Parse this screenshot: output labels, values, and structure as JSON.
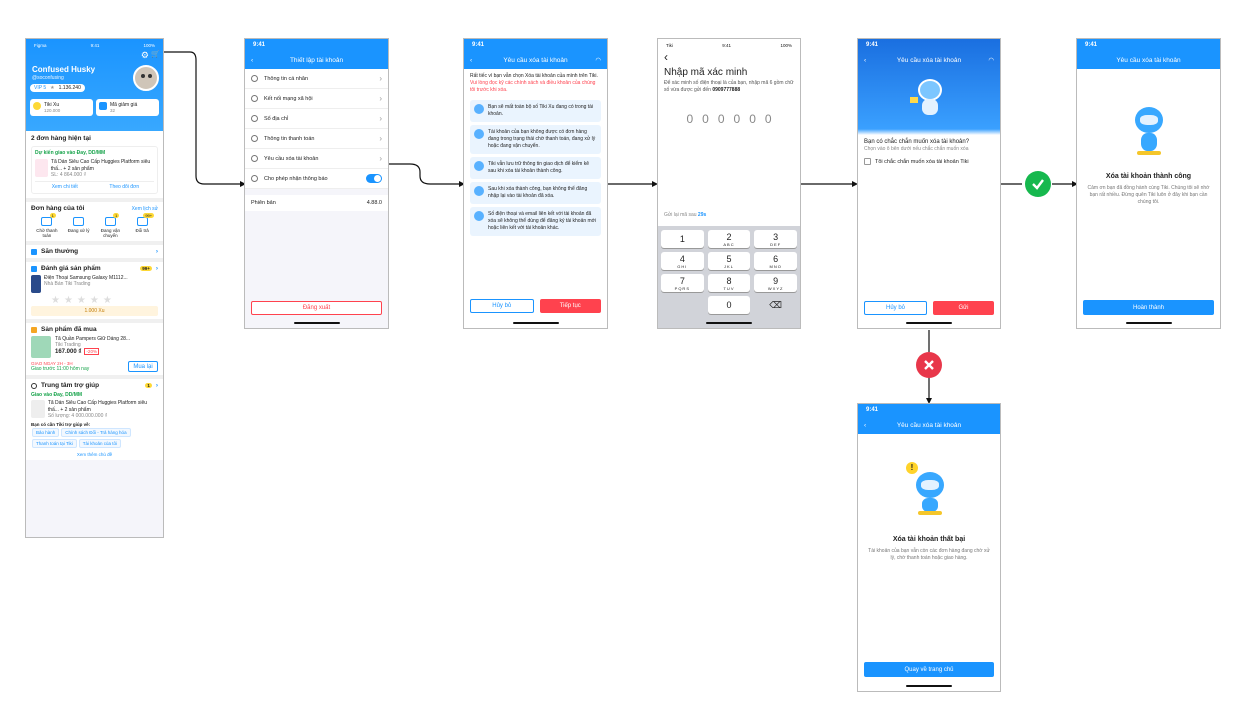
{
  "colors": {
    "primary": "#1a94ff",
    "danger": "#ff424e",
    "success": "#16b84e"
  },
  "status": {
    "time": "9:41",
    "carrier_figma": "Figma",
    "carrier_tiki": "Tiki",
    "battery": "100%"
  },
  "s1": {
    "name": "Confused Husky",
    "handle": "@soconfusing",
    "vip": "VIP 5",
    "points": "1.136.240",
    "stats": [
      {
        "label": "Tiki Xu",
        "value": "120.000"
      },
      {
        "label": "Mã giảm giá",
        "value": "32"
      }
    ],
    "orders_title": "2 đơn hàng hiện tại",
    "order_eta": "Dự kiến giao vào Ðay, DD/MM",
    "order_product": "Tã Dán Siêu Cao Cấp Huggies Platform siêu thấ... + 2 sản phẩm",
    "order_meta": "SL: 4  864.000 ₫",
    "order_btn_detail": "Xem chi tiết",
    "order_btn_track": "Theo dõi đơn",
    "myorders_title": "Đơn hàng của tôi",
    "myorders_history": "Xem lịch sử",
    "myorders": [
      {
        "label": "Chờ thanh toán",
        "badge": "1"
      },
      {
        "label": "Đang xử lý",
        "badge": ""
      },
      {
        "label": "Đang vận chuyển",
        "badge": "1"
      },
      {
        "label": "Đổi trả",
        "badge": "99+"
      }
    ],
    "rewards": "Săn thưởng",
    "review_title": "Đánh giá sản phẩm",
    "review_badge": "99+",
    "review_product": "Điện Thoại Samsung Galaxy M1112...",
    "review_seller": "Nhà Bán Tiki Trading",
    "review_xu": "1.000 Xu",
    "bought_title": "Sản phẩm đã mua",
    "bought_product": "Tã Quần Pampers Giữ Dáng 28...",
    "bought_seller": "Tiki Trading",
    "bought_price": "167.000 ₫",
    "bought_discount": "-20%",
    "bought_ship": "GIAO NGAY 2H - 3H",
    "bought_ship_sub": "Giao trước 11:00 hôm nay",
    "bought_btn": "Mua lại",
    "help_title": "Trung tâm trợ giúp",
    "help_badge": "1",
    "help_eta": "Giao vào Ðay, DD/MM",
    "help_product": "Tã Dán Siêu Cao Cấp Huggies Platform siêu thấ... + 2 sản phẩm",
    "help_meta": "Số lượng: 4   000.000.000 ₫",
    "help_q": "Bạn có cần Tiki trợ giúp về:",
    "help_tags": [
      "Bảo hành",
      "Chính sách Đổi - Trả hàng hóa",
      "Thanh toán tại Tiki",
      "Tài khoản của tôi"
    ],
    "help_more": "Xem thêm chủ đề"
  },
  "s2": {
    "title": "Thiết lập tài khoản",
    "items": [
      "Thông tin cá nhân",
      "Kết nối mạng xã hội",
      "Sổ địa chỉ",
      "Thông tin thanh toán",
      "Yêu cầu xóa tài khoản",
      "Cho phép nhận thông báo"
    ],
    "version_label": "Phiên bản",
    "version": "4.88.0",
    "logout": "Đăng xuất"
  },
  "s3": {
    "title": "Yêu cầu xóa tài khoản",
    "intro": "Rất tiếc vì bạn vẫn chọn Xóa tài khoản của mình trên Tiki.",
    "intro_red": "Vui lòng đọc kỹ các chính sách và điều khoản của chúng tôi trước khi xóa.",
    "cards": [
      "Bạn sẽ mất toàn bộ số Tiki Xu đang có trong tài khoản.",
      "Tài khoản của bạn không được có đơn hàng đang trong trạng thái chờ thanh toán, đang xử lý hoặc đang vận chuyển.",
      "Tiki vẫn lưu trữ thông tin giao dịch để kiểm kê sau khi xóa tài khoản thành công.",
      "Sau khi xóa thành công, bạn không thể đăng nhập lại vào tài khoản đã xóa.",
      "Số điện thoại và email liên kết với tài khoản đã xóa sẽ không thể dùng để đăng ký tài khoản mới hoặc liên kết với tài khoản khác."
    ],
    "cancel": "Hủy bỏ",
    "continue": "Tiếp tục"
  },
  "s4": {
    "title": "Nhập mã xác minh",
    "desc": "Để xác minh số điện thoại là của bạn, nhập mã 6 gồm chữ số vừa được gửi đến",
    "phone": "0909777888",
    "otp": [
      "0",
      "0",
      "0",
      "0",
      "0",
      "0"
    ],
    "resend": "Gửi lại mã sau",
    "resend_time": "29s",
    "keys": [
      {
        "n": "1",
        "l": ""
      },
      {
        "n": "2",
        "l": "ABC"
      },
      {
        "n": "3",
        "l": "DEF"
      },
      {
        "n": "4",
        "l": "GHI"
      },
      {
        "n": "5",
        "l": "JKL"
      },
      {
        "n": "6",
        "l": "MNO"
      },
      {
        "n": "7",
        "l": "PQRS"
      },
      {
        "n": "8",
        "l": "TUV"
      },
      {
        "n": "9",
        "l": "WXYZ"
      },
      {
        "n": "",
        "l": ""
      },
      {
        "n": "0",
        "l": ""
      },
      {
        "n": "⌫",
        "l": ""
      }
    ]
  },
  "s5": {
    "title": "Yêu cầu xóa tài khoản",
    "q": "Bạn có chắc chắn muốn xóa tài khoản?",
    "sub": "Chọn vào ô bên dưới nếu chắc chắn muốn xóa",
    "check": "Tôi chắc chắn muốn xóa tài khoản Tiki",
    "cancel": "Hủy bỏ",
    "send": "Gửi"
  },
  "s6": {
    "title": "Yêu cầu xóa tài khoản",
    "heading": "Xóa tài khoản thành công",
    "body": "Cảm ơn bạn đã đồng hành cùng Tiki. Chúng tôi sẽ nhớ bạn rất nhiều. Đừng quên Tiki luôn ở đây khi bạn cần chúng tôi.",
    "btn": "Hoàn thành"
  },
  "s7": {
    "title": "Yêu cầu xóa tài khoản",
    "heading": "Xóa tài khoản thất bại",
    "body": "Tài khoản của bạn vẫn còn các đơn hàng đang chờ xử lý, chờ thanh toán hoặc giao hàng.",
    "btn": "Quay về trang chủ"
  }
}
